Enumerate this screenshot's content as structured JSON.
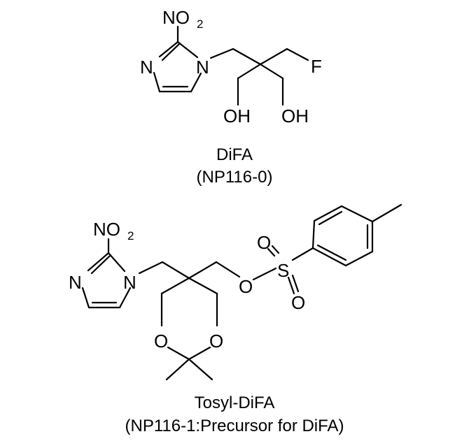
{
  "molecules": [
    {
      "id": "difa",
      "caption_line1": "DiFA",
      "caption_line2": "(NP116-0)",
      "atoms": {
        "nitro": "NO",
        "nitro_sub": "2",
        "ring_n": "N",
        "ring_n1": "N",
        "fluorine": "F",
        "hydroxyl_left": "OH",
        "hydroxyl_right": "OH"
      }
    },
    {
      "id": "tosyl-difa",
      "caption_line1": "Tosyl-DiFA",
      "caption_line2": "(NP116-1:Precursor for DiFA)",
      "atoms": {
        "nitro": "NO",
        "nitro_sub": "2",
        "ring_n": "N",
        "ring_n1": "N",
        "ester_o": "O",
        "sulfur": "S",
        "sulfonyl_o_top": "O",
        "sulfonyl_o_bottom": "O",
        "dioxane_o_left": "O",
        "dioxane_o_right": "O"
      }
    }
  ]
}
